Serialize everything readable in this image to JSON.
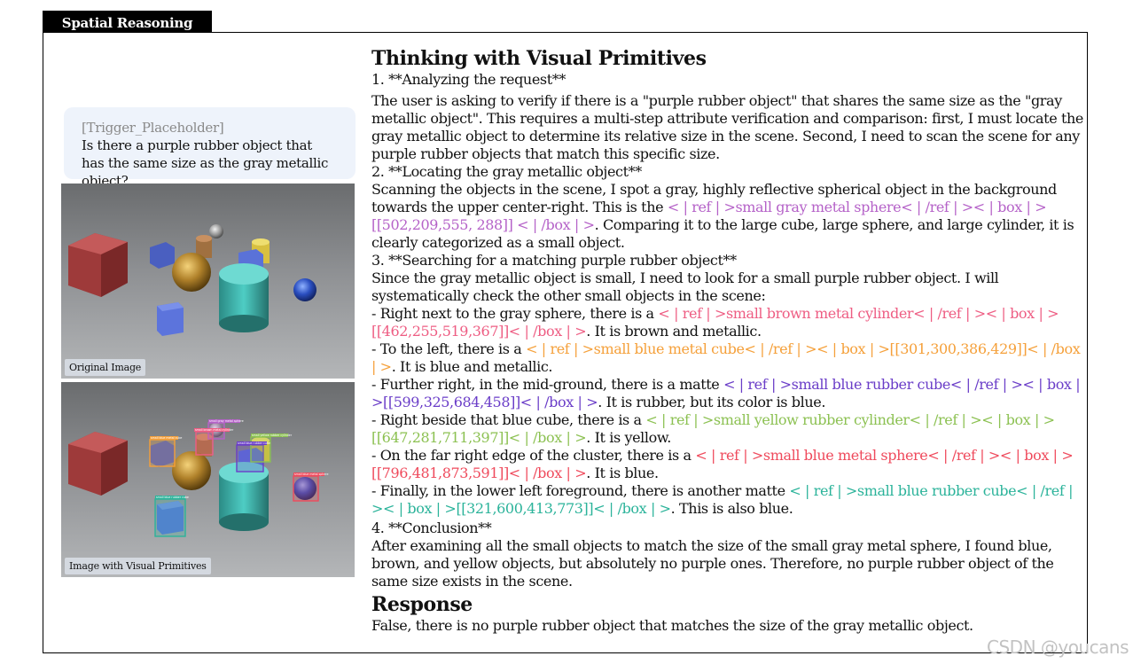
{
  "tab_label": "Spatial Reasoning",
  "prompt": {
    "placeholder": "[Trigger_Placeholder]",
    "question": "Is there a purple rubber object that has the same size as the gray metallic object?"
  },
  "images": {
    "original_caption": "Original Image",
    "primitives_caption": "Image with Visual Primitives",
    "box_labels": [
      "small gray metal sphere",
      "small brown metal cylinder",
      "small blue metal cube",
      "small blue rubber cube",
      "small yellow rubber cylinder",
      "small blue metal sphere",
      "small blue rubber cube"
    ]
  },
  "thinking": {
    "title": "Thinking with Visual Primitives",
    "s1_heading": "1. **Analyzing the request**",
    "s1_body": "The user is asking to verify if there is a \"purple rubber object\" that shares the same size as the \"gray metallic object\". This requires a multi-step attribute verification and comparison: first, I must locate the gray metallic object to determine its relative size in the scene. Second, I need to scan the scene for any purple rubber objects that match this specific size.",
    "s2_heading": "2. **Locating the gray metallic object**",
    "s2_pre": " Scanning the objects in the scene, I spot a gray, highly reflective spherical object in the background towards the upper center-right. This is the ",
    "s2_ref": "< | ref | >small gray metal sphere< | /ref | >< | box | >[[502,209,555, 288]] < | /box | >",
    "s2_post": ". Comparing it to the large cube, large sphere, and large cylinder, it is clearly categorized as a small object.",
    "s3_heading": "3. **Searching for a matching purple rubber object**",
    "s3_intro": "Since the gray metallic object is small, I need to look for a small purple rubber object. I will systematically check the other small objects in the scene:",
    "items": [
      {
        "pre": "- Right next to the gray sphere, there is a ",
        "ref": "< | ref | >small brown metal cylinder< | /ref | >< | box | >[[462,255,519,367]]< | /box | >",
        "post": ". It is brown and metallic.",
        "color": "#ee5d83"
      },
      {
        "pre": "- To the left, there is a ",
        "ref": "< | ref | >small blue metal cube< | /ref | >< | box | >[[301,300,386,429]]< | /box | >",
        "post": ". It is blue and metallic.",
        "color": "#f5a03a"
      },
      {
        "pre": "- Further right, in the mid-ground, there is a matte ",
        "ref": "< | ref | >small blue rubber cube< | /ref | >< | box | >[[599,325,684,458]]< | /box | >",
        "post": ". It is rubber, but its color is blue.",
        "color": "#6a3dc8"
      },
      {
        "pre": "- Right beside that blue cube, there is a ",
        "ref": "< | ref | >small yellow rubber cylinder< | /ref | >< | box | >[[647,281,711,397]]< | /box | >",
        "post": ". It is yellow.",
        "color": "#8cc152"
      },
      {
        "pre": "- On the far right edge of the cluster, there is a ",
        "ref": "< | ref | >small blue metal sphere< | /ref | >< | box | >[[796,481,873,591]]< | /box | >",
        "post": ". It is blue.",
        "color": "#ef4a5c"
      },
      {
        "pre": "- Finally, in the lower left foreground, there is another matte ",
        "ref": "< | ref | >small blue rubber cube< | /ref | >< | box | >[[321,600,413,773]]< | /box | >",
        "post": ". This is also blue.",
        "color": "#2bb39a"
      }
    ],
    "s2_color": "#b562c8",
    "s4_heading": "4. **Conclusion**",
    "s4_body": "After examining all the small objects to match the size of the small gray metal sphere, I found blue, brown, and yellow objects, but absolutely no purple ones. Therefore, no purple rubber object of the same size exists in the scene."
  },
  "response": {
    "title": "Response",
    "text": "False, there is no purple rubber object that matches the size of the gray metallic object."
  },
  "watermark": "CSDN @youcans"
}
